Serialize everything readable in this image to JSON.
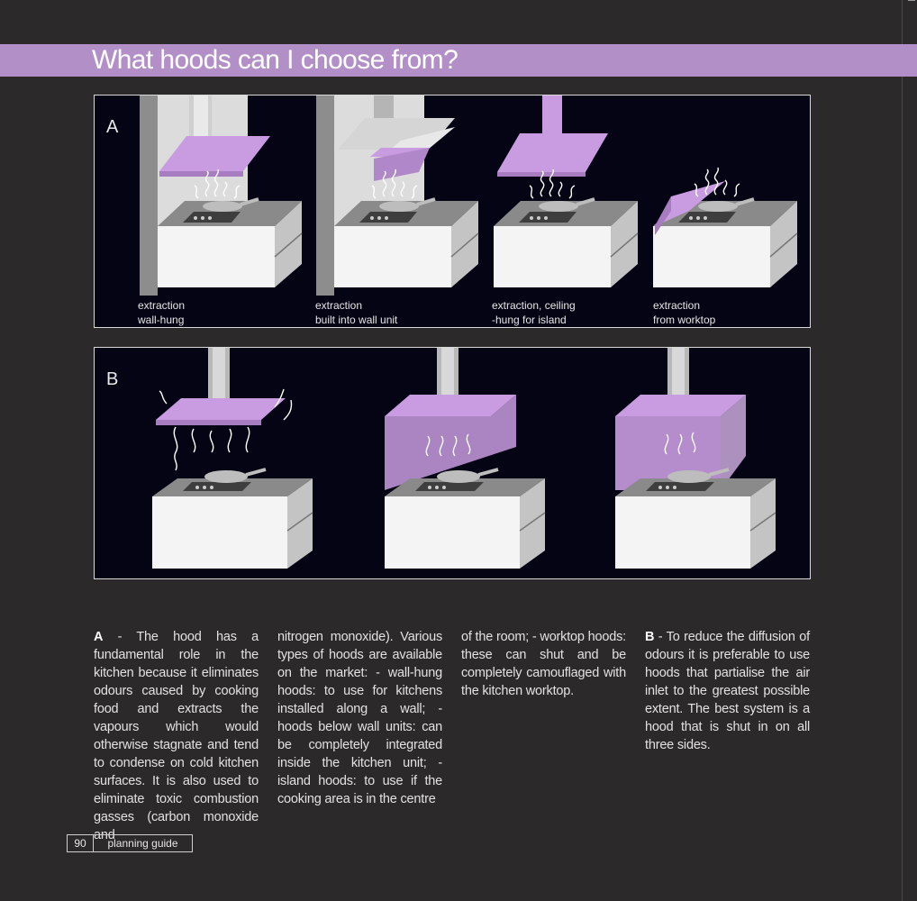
{
  "header": {
    "title": "What hoods can I choose from?"
  },
  "panel_a": {
    "letter": "A",
    "captions": [
      {
        "line1": "extraction",
        "line2": "wall-hung"
      },
      {
        "line1": "extraction",
        "line2": "built into wall unit"
      },
      {
        "line1": "extraction, ceiling",
        "line2": "-hung for island"
      },
      {
        "line1": "extraction",
        "line2": "from worktop"
      }
    ]
  },
  "panel_b": {
    "letter": "B"
  },
  "text": {
    "col1_lead": "A",
    "col1": " - The hood has a fundamental role in the kitchen because it eliminates odours caused by cooking food and extracts the vapours which would otherwise stagnate and tend to condense on cold kitchen surfaces. It is also used to eliminate toxic combustion gasses (carbon monoxide and",
    "col2": "nitrogen monoxide). Various types of hoods are available on the market: - wall-hung hoods: to use for kitchens installed along a wall; - hoods below wall units: can be completely integrated inside the kitchen unit; - island hoods: to use if the cooking area is in the centre",
    "col3": "of the room; - worktop hoods: these can shut and be completely camouflaged with the kitchen worktop.",
    "col4_lead": "B",
    "col4": " - To reduce the diffusion of odours it is preferable to use hoods that partialise the air inlet to the greatest possible extent. The best system is a hood that is shut in on all three sides."
  },
  "footer": {
    "page_number": "90",
    "label": "planning guide"
  },
  "colors": {
    "accent": "#b38fc8",
    "hood": "#c99be0",
    "panel_bg": "#050414",
    "page_bg": "#2b292a"
  }
}
